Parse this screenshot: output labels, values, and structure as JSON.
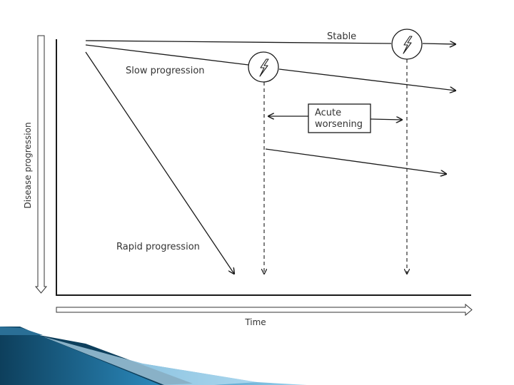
{
  "labels": {
    "stable": "Stable",
    "slow": "Slow progression",
    "rapid": "Rapid progression",
    "acute_line1": "Acute",
    "acute_line2": "worsening",
    "y_axis": "Disease progression",
    "x_axis": "Time"
  },
  "icons": {
    "event_marker": "lightning-bolt-icon"
  },
  "colors": {
    "line": "#1a1a1a",
    "text": "#333333",
    "banner_dark": "#0d3f5c",
    "banner_light": "#3fa7d6"
  }
}
